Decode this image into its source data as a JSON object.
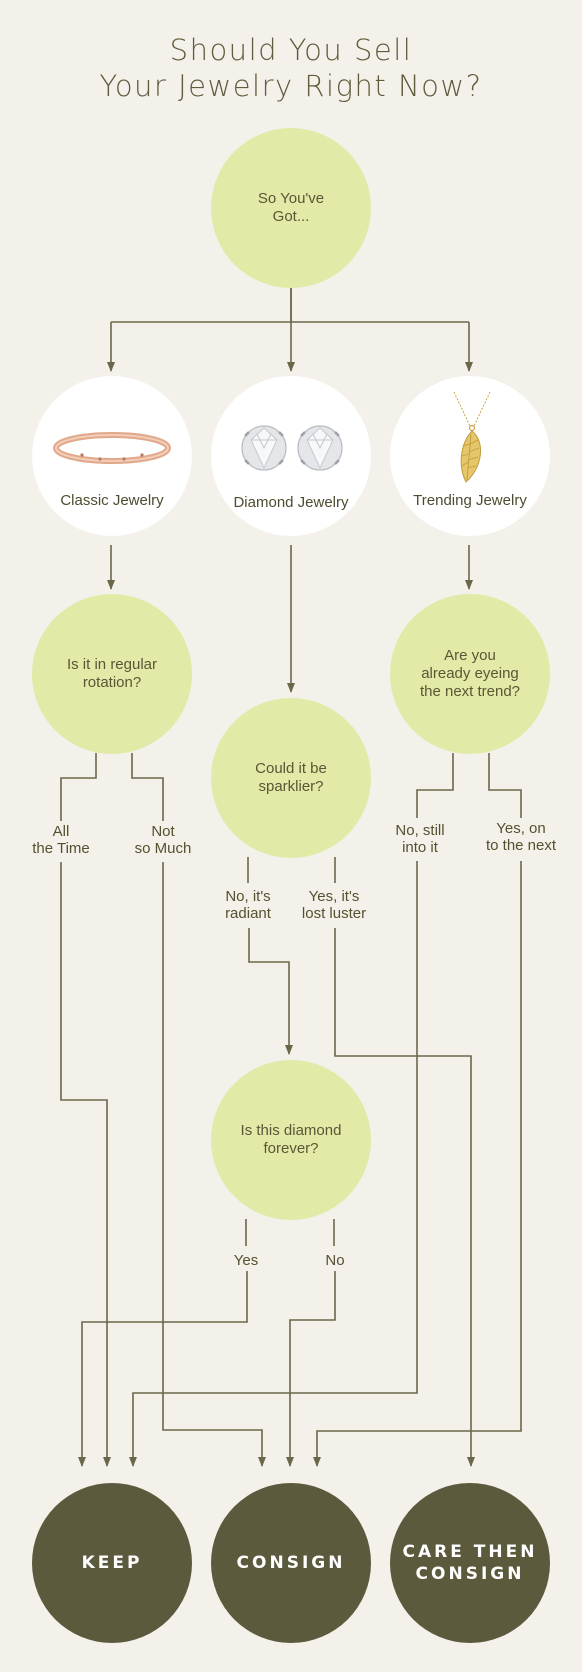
{
  "title": {
    "line1": "Should You Sell",
    "line2": "Your Jewelry Right Now?"
  },
  "colors": {
    "background": "#f3f1ea",
    "question_circle": "#e3eaa8",
    "category_circle": "#ffffff",
    "outcome_circle": "#5c5a3c",
    "connector": "#6a6849",
    "text": "#5a5636"
  },
  "nodes": {
    "start": "So You've Got...",
    "classic": "Classic Jewelry",
    "diamond": "Diamond Jewelry",
    "trending": "Trending Jewelry",
    "q_rotation": "Is it in regular rotation?",
    "q_sparklier": "Could it be sparklier?",
    "q_trend": "Are you already eyeing the next trend?",
    "q_forever": "Is this diamond forever?"
  },
  "branches": {
    "all_the_time": "All\nthe Time",
    "not_so_much": "Not\nso Much",
    "no_radiant": "No, it's\nradiant",
    "yes_lost_luster": "Yes, it's\nlost luster",
    "no_still_into_it": "No, still\ninto it",
    "yes_next": "Yes, on\nto the next",
    "yes": "Yes",
    "no": "No"
  },
  "outcomes": {
    "keep": "KEEP",
    "consign": "CONSIGN",
    "care_then_consign": "CARE THEN CONSIGN"
  },
  "icons": {
    "classic": "rose-gold-bangle-icon",
    "diamond": "diamond-stud-earrings-icon",
    "trending": "gold-leaf-pendant-icon"
  }
}
